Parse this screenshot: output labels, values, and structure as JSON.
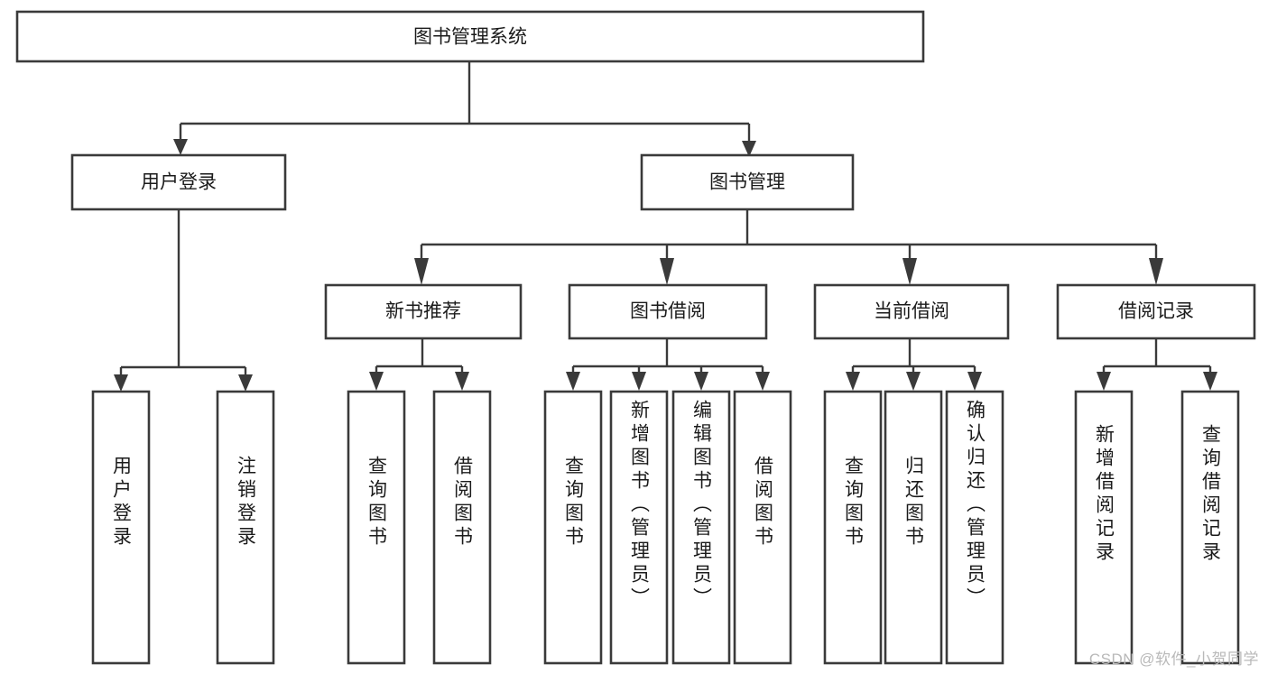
{
  "diagram": {
    "type": "tree-hierarchy",
    "orientation": "top-down",
    "root": {
      "label": "图书管理系统"
    },
    "level2": [
      {
        "label": "用户登录"
      },
      {
        "label": "图书管理"
      }
    ],
    "level3": [
      {
        "label": "新书推荐"
      },
      {
        "label": "图书借阅"
      },
      {
        "label": "当前借阅"
      },
      {
        "label": "借阅记录"
      }
    ],
    "leaves": {
      "user_login": [
        {
          "label": "用户登录"
        },
        {
          "label": "注销登录"
        }
      ],
      "new_book_recommend": [
        {
          "label": "查询图书"
        },
        {
          "label": "借阅图书"
        }
      ],
      "book_borrow": [
        {
          "label": "查询图书"
        },
        {
          "label": "新增图书（管理员）"
        },
        {
          "label": "编辑图书（管理员）"
        },
        {
          "label": "借阅图书"
        }
      ],
      "current_borrow": [
        {
          "label": "查询图书"
        },
        {
          "label": "归还图书"
        },
        {
          "label": "确认归还（管理员）"
        }
      ],
      "borrow_record": [
        {
          "label": "新增借阅记录"
        },
        {
          "label": "查询借阅记录"
        }
      ]
    }
  },
  "watermark": {
    "text": "CSDN @软件_小贺同学"
  },
  "colors": {
    "background": "#ffffff",
    "box_stroke": "#3a3a3a",
    "box_fill": "#ffffff",
    "text": "#1b1b1b",
    "watermark": "#b9b9b9"
  }
}
